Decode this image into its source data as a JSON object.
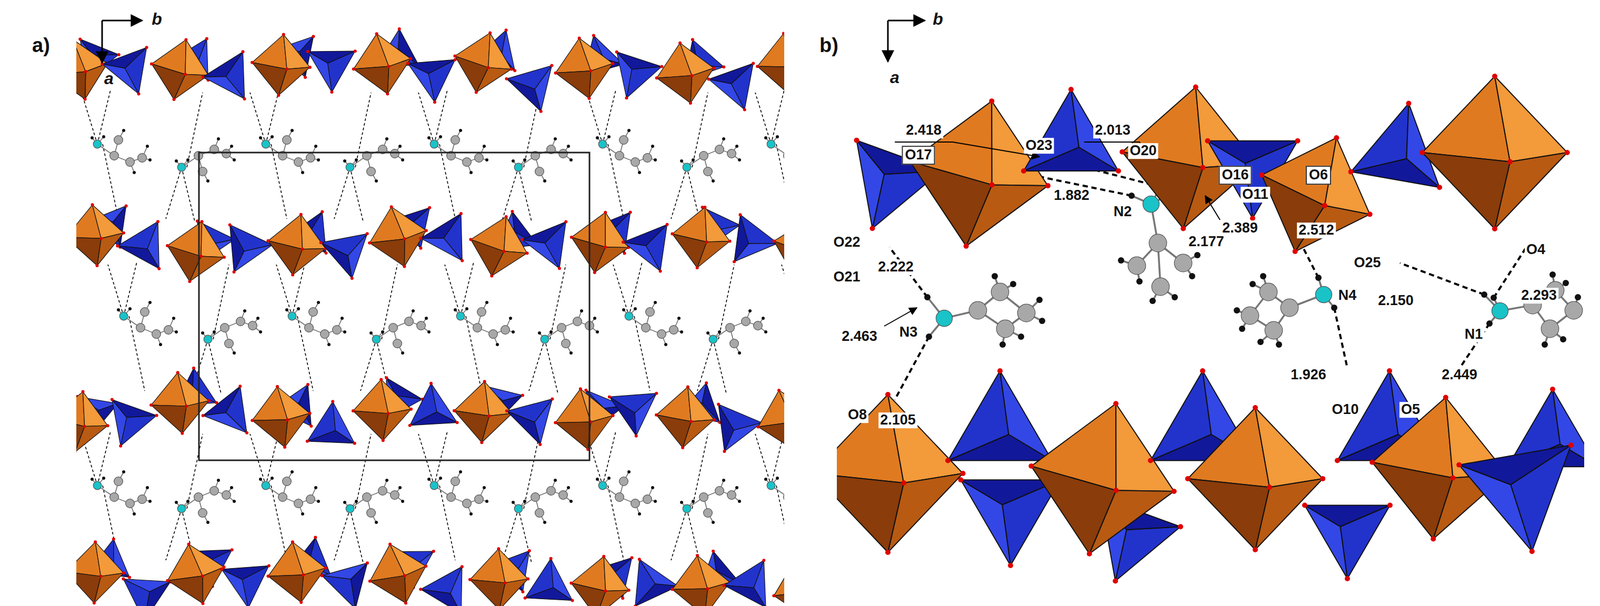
{
  "diagram": {
    "labels": [
      "a)",
      "b",
      "a",
      "b)",
      "b",
      "a",
      "2.418",
      "2.013",
      "O23",
      "O20",
      "O17",
      "O16",
      "O6",
      "O11",
      "1.882",
      "N2",
      "2.389",
      "2.177",
      "2.512",
      "O22",
      "O21",
      "2.222",
      "2.463",
      "N3",
      "O25",
      "2.150",
      "O4",
      "2.293",
      "N4",
      "N1",
      "O8",
      "2.105",
      "1.926",
      "2.449",
      "O10",
      "O5"
    ]
  }
}
